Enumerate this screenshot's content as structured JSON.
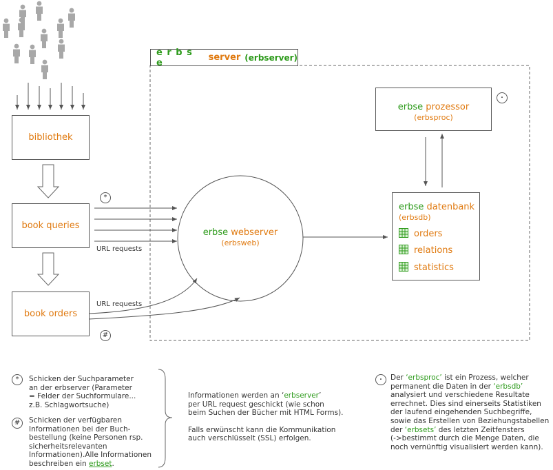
{
  "server_frame": {
    "title_letters": "e r b s e",
    "title_word": "server",
    "title_paren": "(erbserver)"
  },
  "bibliothek": {
    "label": "bibliothek"
  },
  "book_queries": {
    "label": "book queries"
  },
  "book_orders": {
    "label": "book orders"
  },
  "url_requests_1": "URL requests",
  "url_requests_2": "URL requests",
  "symbols": {
    "star": "*",
    "hash": "#",
    "dot": "·"
  },
  "webserver": {
    "prefix": "erbse",
    "name": "webserver",
    "sub": "(erbsweb)"
  },
  "prozessor": {
    "prefix": "erbse",
    "name": "prozessor",
    "sub": "(erbsproc)"
  },
  "datenbank": {
    "prefix": "erbse",
    "name": "datenbank",
    "sub": "(erbsdb)",
    "tables": [
      "orders",
      "relations",
      "statistics"
    ]
  },
  "legend": {
    "star_lines": [
      "Schicken der Suchparameter",
      "an der erbserver (Parameter",
      "= Felder der Suchformulare...",
      "z.B. Schlagwortsuche)"
    ],
    "hash_lines": [
      "Schicken der verfügbaren",
      "Informationen bei der Buch-",
      "bestellung (keine Personen rsp.",
      "sicherheitsrelevanten",
      "Informationen).Alle Informationen"
    ],
    "hash_last_prefix": "beschreiben ein ",
    "hash_last_link": "erbset",
    "hash_last_suffix": ".",
    "middle_p1_prefix": "Informationen werden an ",
    "middle_p1_quote_open": "‘",
    "middle_p1_word": "erbserver",
    "middle_p1_quote_close": "’",
    "middle_p1_lines": [
      "per URL request geschickt (wie schon",
      "beim Suchen der Bücher mit HTML Forms)."
    ],
    "middle_p2_lines": [
      "Falls erwünscht kann die Kommunikation",
      "auch verschlüsselt (SSL) erfolgen."
    ],
    "dot_l1_prefix": "Der ",
    "dot_l1_word": "‘erbsproc’",
    "dot_l1_suffix": " ist ein Prozess, welcher",
    "dot_l2_prefix": "permanent die Daten in der ",
    "dot_l2_word": "‘erbsdb’",
    "dot_lines_mid": [
      "analysiert und verschiedene Resultate",
      "errechnet. Dies sind einerseits Statistiken",
      "der laufend eingehenden Suchbegriffe,",
      "sowie das Erstellen von Beziehungstabellen"
    ],
    "dot_l7_prefix": "der ",
    "dot_l7_word": "‘erbsets’",
    "dot_l7_suffix": " des letzten Zeitfensters",
    "dot_lines_end": [
      "(->bestimmt durch die Menge Daten, die",
      "noch vernünftig visualisiert werden kann)."
    ]
  },
  "colors": {
    "orange": "#e07a10",
    "green": "#2c9a1a",
    "line": "#555555",
    "person": "#a8a8a8"
  }
}
